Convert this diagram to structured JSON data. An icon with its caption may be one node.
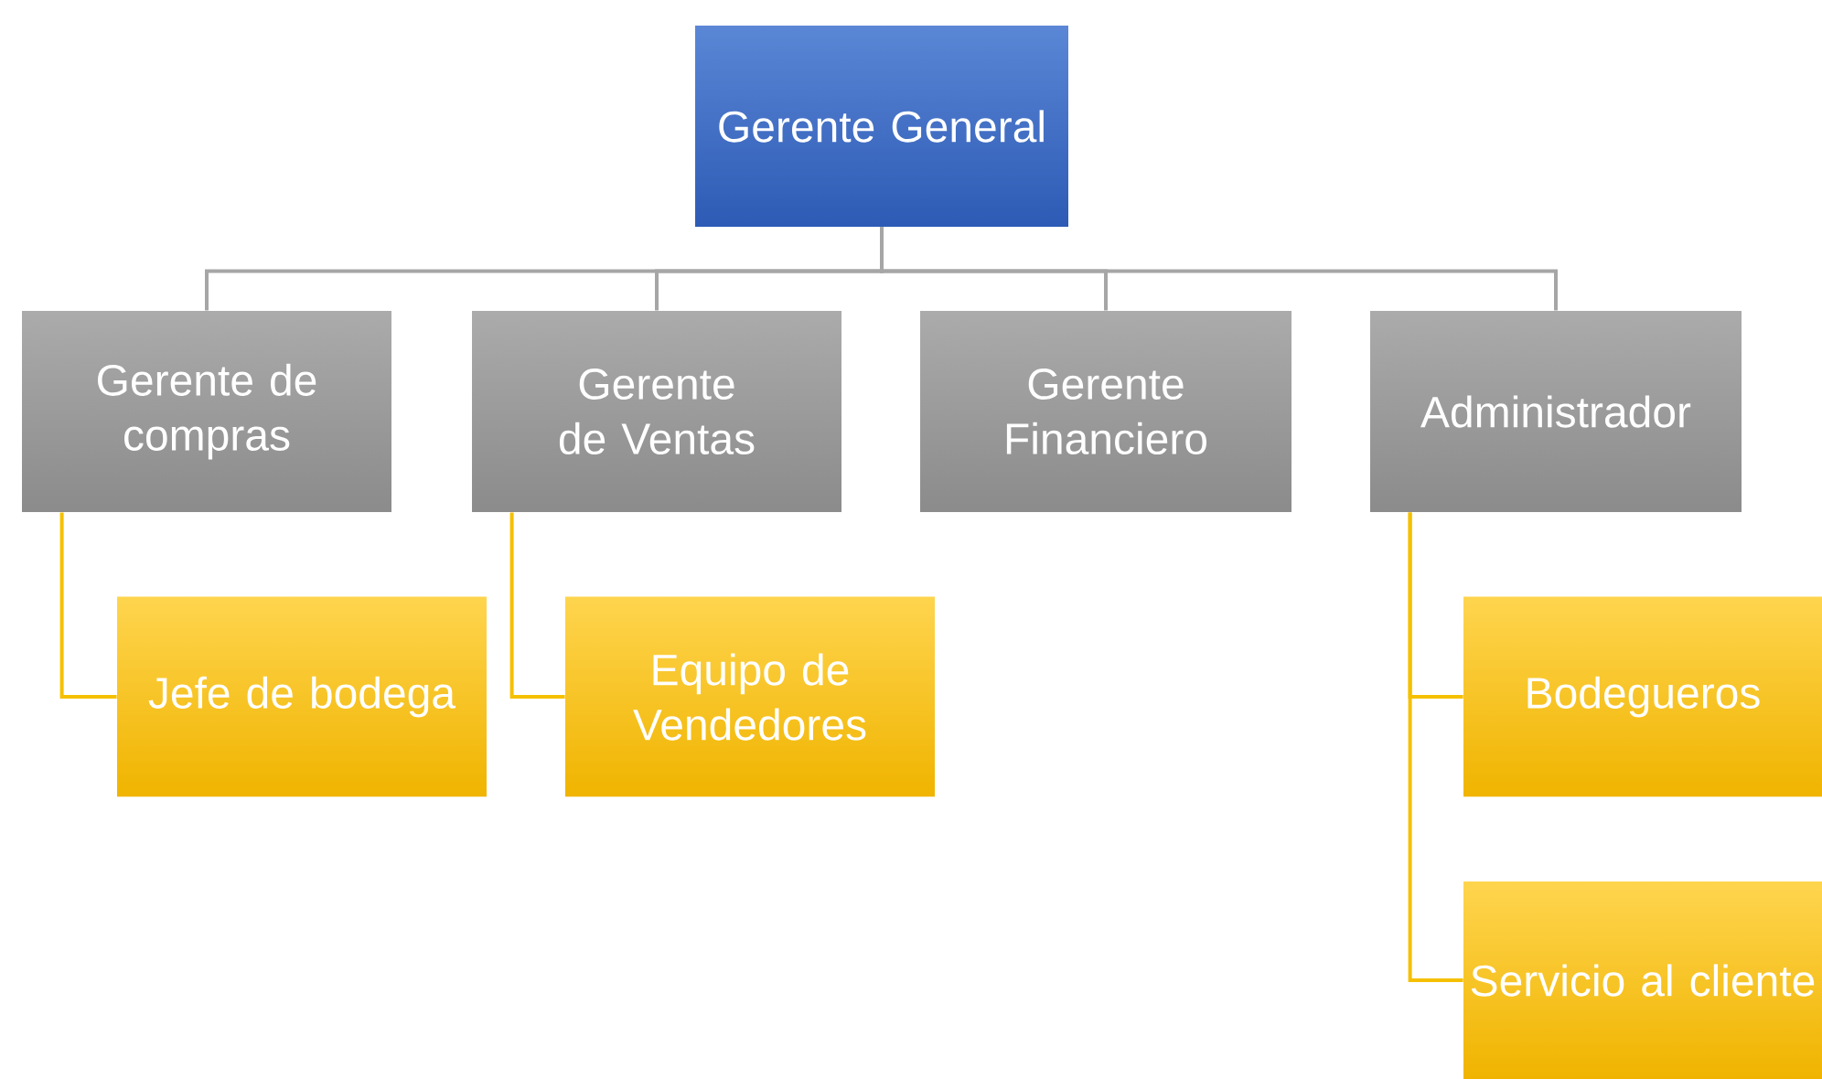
{
  "diagram": {
    "nodes": [
      {
        "text": [
          "Gerente General"
        ]
      },
      {
        "text": [
          "Gerente de compras"
        ]
      },
      {
        "text": [
          "Gerente de Ventas"
        ]
      },
      {
        "text": [
          "Gerente Financiero"
        ]
      },
      {
        "text": [
          "Administrador"
        ]
      },
      {
        "text": [
          "Jefe de bodega"
        ]
      },
      {
        "text": [
          "Equipo de Vendedores"
        ]
      },
      {
        "text": [
          "Bodegueros"
        ]
      },
      {
        "text": [
          "Servicio al cliente"
        ]
      }
    ],
    "edges": [
      {
        "from": 0,
        "to": 1,
        "arrow": "none",
        "color": "#a6a6a6"
      },
      {
        "from": 0,
        "to": 2,
        "arrow": "none",
        "color": "#a6a6a6"
      },
      {
        "from": 0,
        "to": 3,
        "arrow": "none",
        "color": "#a6a6a6"
      },
      {
        "from": 0,
        "to": 4,
        "arrow": "none",
        "color": "#a6a6a6"
      },
      {
        "from": 1,
        "to": 5,
        "arrow": "none",
        "color": "#f5c000"
      },
      {
        "from": 2,
        "to": 6,
        "arrow": "none",
        "color": "#f5c000"
      },
      {
        "from": 4,
        "to": 7,
        "arrow": "none",
        "color": "#f5c000"
      },
      {
        "from": 4,
        "to": 8,
        "arrow": "none",
        "color": "#f5c000"
      }
    ]
  }
}
